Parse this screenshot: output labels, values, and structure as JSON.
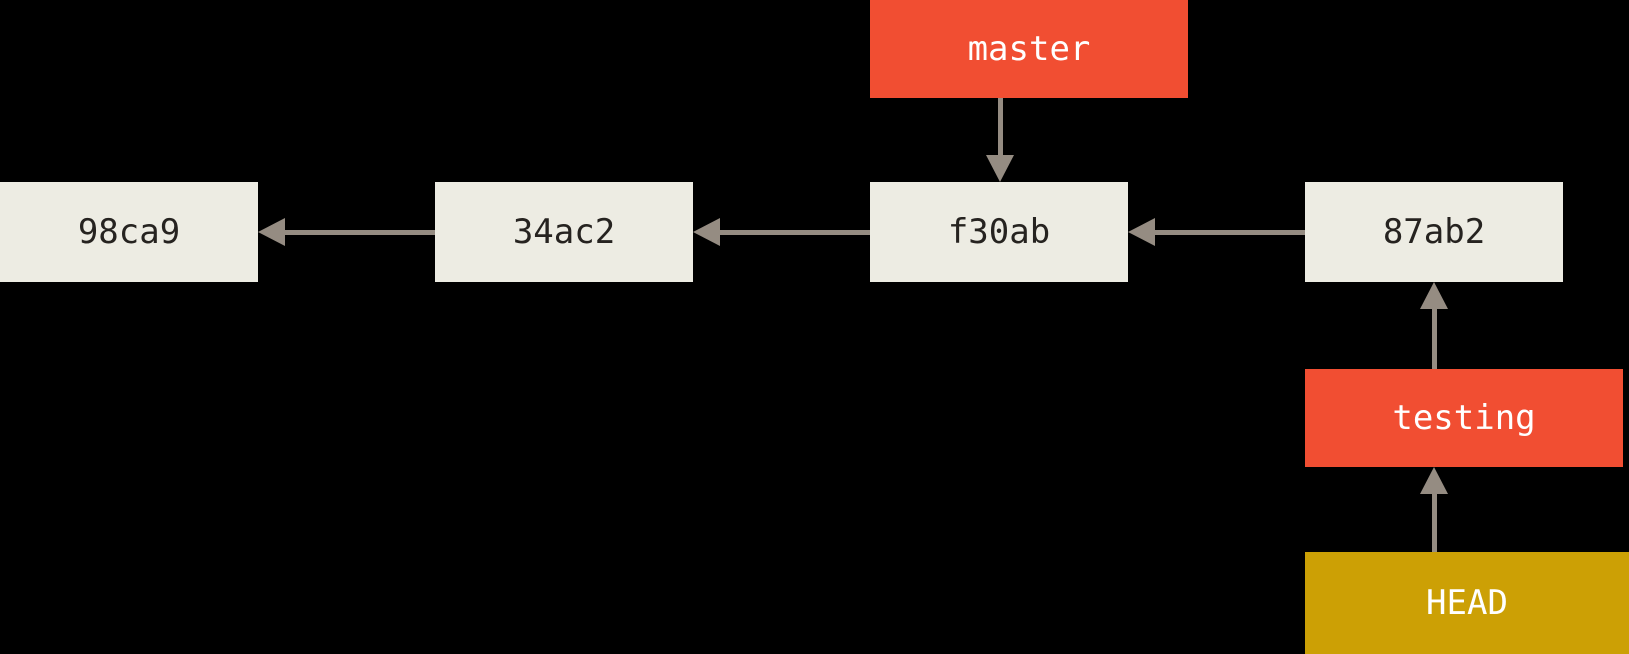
{
  "diagram_title": "git commit history with branch references",
  "background": "#000000",
  "colors": {
    "commit_box_fill": "#EDECE3",
    "commit_box_text": "#262320",
    "branch_box_fill": "#F14E32",
    "head_box_fill": "#CCA005",
    "ref_text": "#FFFFFF",
    "arrow": "#958C82"
  },
  "commits": [
    {
      "label": "98ca9"
    },
    {
      "label": "34ac2"
    },
    {
      "label": "f30ab"
    },
    {
      "label": "87ab2"
    }
  ],
  "refs": {
    "master": {
      "label": "master",
      "points_to": "f30ab"
    },
    "testing": {
      "label": "testing",
      "points_to": "87ab2"
    },
    "head": {
      "label": "HEAD",
      "points_to": "testing"
    }
  },
  "edges": [
    {
      "from": "34ac2",
      "to": "98ca9",
      "direction": "left"
    },
    {
      "from": "f30ab",
      "to": "34ac2",
      "direction": "left"
    },
    {
      "from": "87ab2",
      "to": "f30ab",
      "direction": "left"
    },
    {
      "from": "master",
      "to": "f30ab",
      "direction": "down"
    },
    {
      "from": "testing",
      "to": "87ab2",
      "direction": "up"
    },
    {
      "from": "HEAD",
      "to": "testing",
      "direction": "up"
    }
  ]
}
